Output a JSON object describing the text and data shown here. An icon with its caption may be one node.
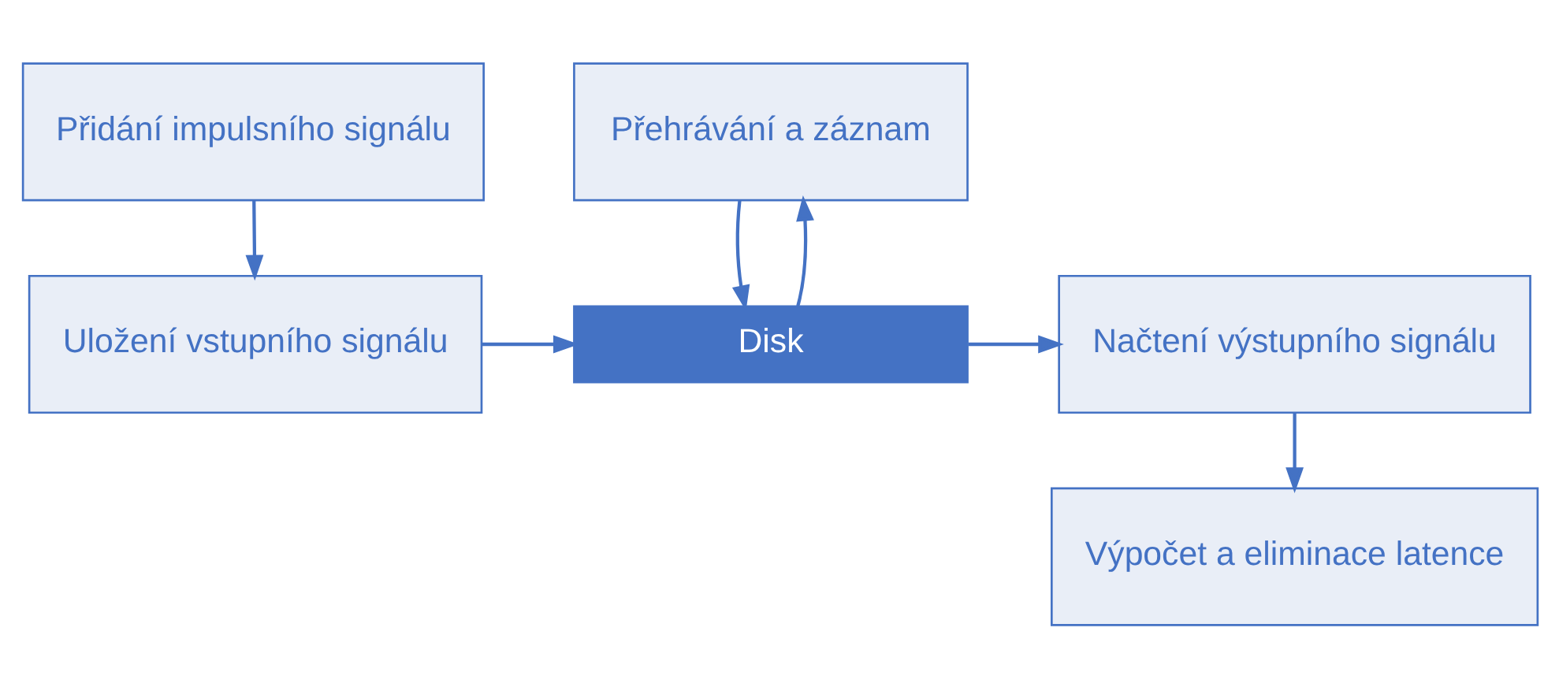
{
  "diagram": {
    "nodes": [
      {
        "text": [
          "Přidání impulsního signálu"
        ]
      },
      {
        "text": [
          "Uložení vstupního signálu"
        ]
      },
      {
        "text": [
          "Přehrávání a záznam"
        ]
      },
      {
        "text": [
          "Disk"
        ]
      },
      {
        "text": [
          "Načtení výstupního signálu"
        ]
      },
      {
        "text": [
          "Výpočet a eliminace latence"
        ]
      }
    ],
    "edges": [
      {
        "from": 0,
        "to": 1,
        "arrow": "to"
      },
      {
        "from": 1,
        "to": 3,
        "arrow": "to"
      },
      {
        "from": 3,
        "to": 2,
        "arrow": "to"
      },
      {
        "from": 2,
        "to": 3,
        "arrow": "to"
      },
      {
        "from": 3,
        "to": 4,
        "arrow": "to"
      },
      {
        "from": 4,
        "to": 5,
        "arrow": "to"
      }
    ]
  }
}
